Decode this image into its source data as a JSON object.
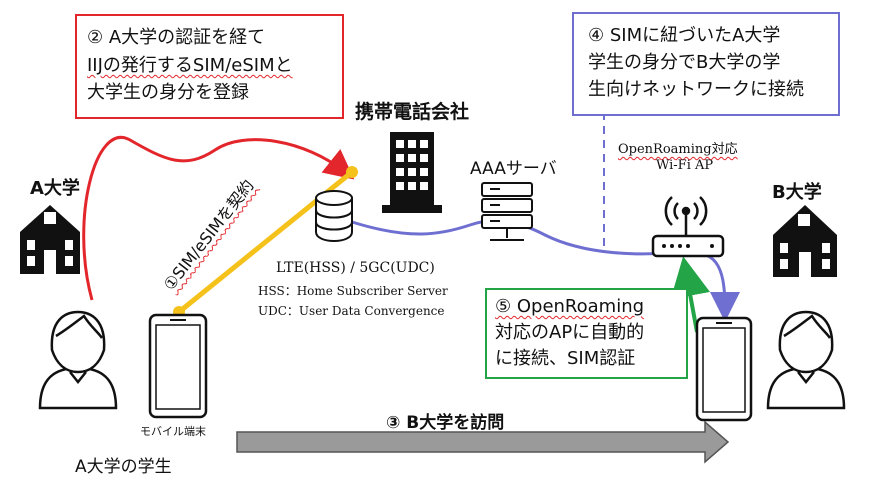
{
  "boxes": {
    "red": {
      "line1": "② A大学の認証を経て",
      "line2": "IIJの発行するSIM/eSIMと",
      "line3": "大学生の身分を登録"
    },
    "purple": {
      "line1": "④ SIMに紐づいたA大学",
      "line2": "学生の身分でB大学の学",
      "line3": "生向けネットワークに接続"
    },
    "green": {
      "line1": "⑤ OpenRoaming",
      "line2": "対応のAPに自動的",
      "line3": "に接続、SIM認証"
    }
  },
  "labels": {
    "carrier": "携帯電話会社",
    "aaa": "AAAサーバ",
    "univ_a": "A大学",
    "univ_b": "B大学",
    "ap_line1": "OpenRoaming対応",
    "ap_line2": "Wi-Fi AP",
    "lte": "LTE(HSS) / 5GC(UDC)",
    "hss": "HSS：Home Subscriber Server",
    "udc": "UDC：User Data Convergence",
    "contract": "①SIM/eSIMを契約",
    "mobile": "モバイル端末",
    "student": "A大学の学生",
    "visit": "③ B大学を訪問"
  },
  "colors": {
    "red": "#e3262b",
    "purple": "#6f6fd2",
    "green": "#22a447",
    "orange": "#f4c21b",
    "gray": "#9a9a9a"
  }
}
